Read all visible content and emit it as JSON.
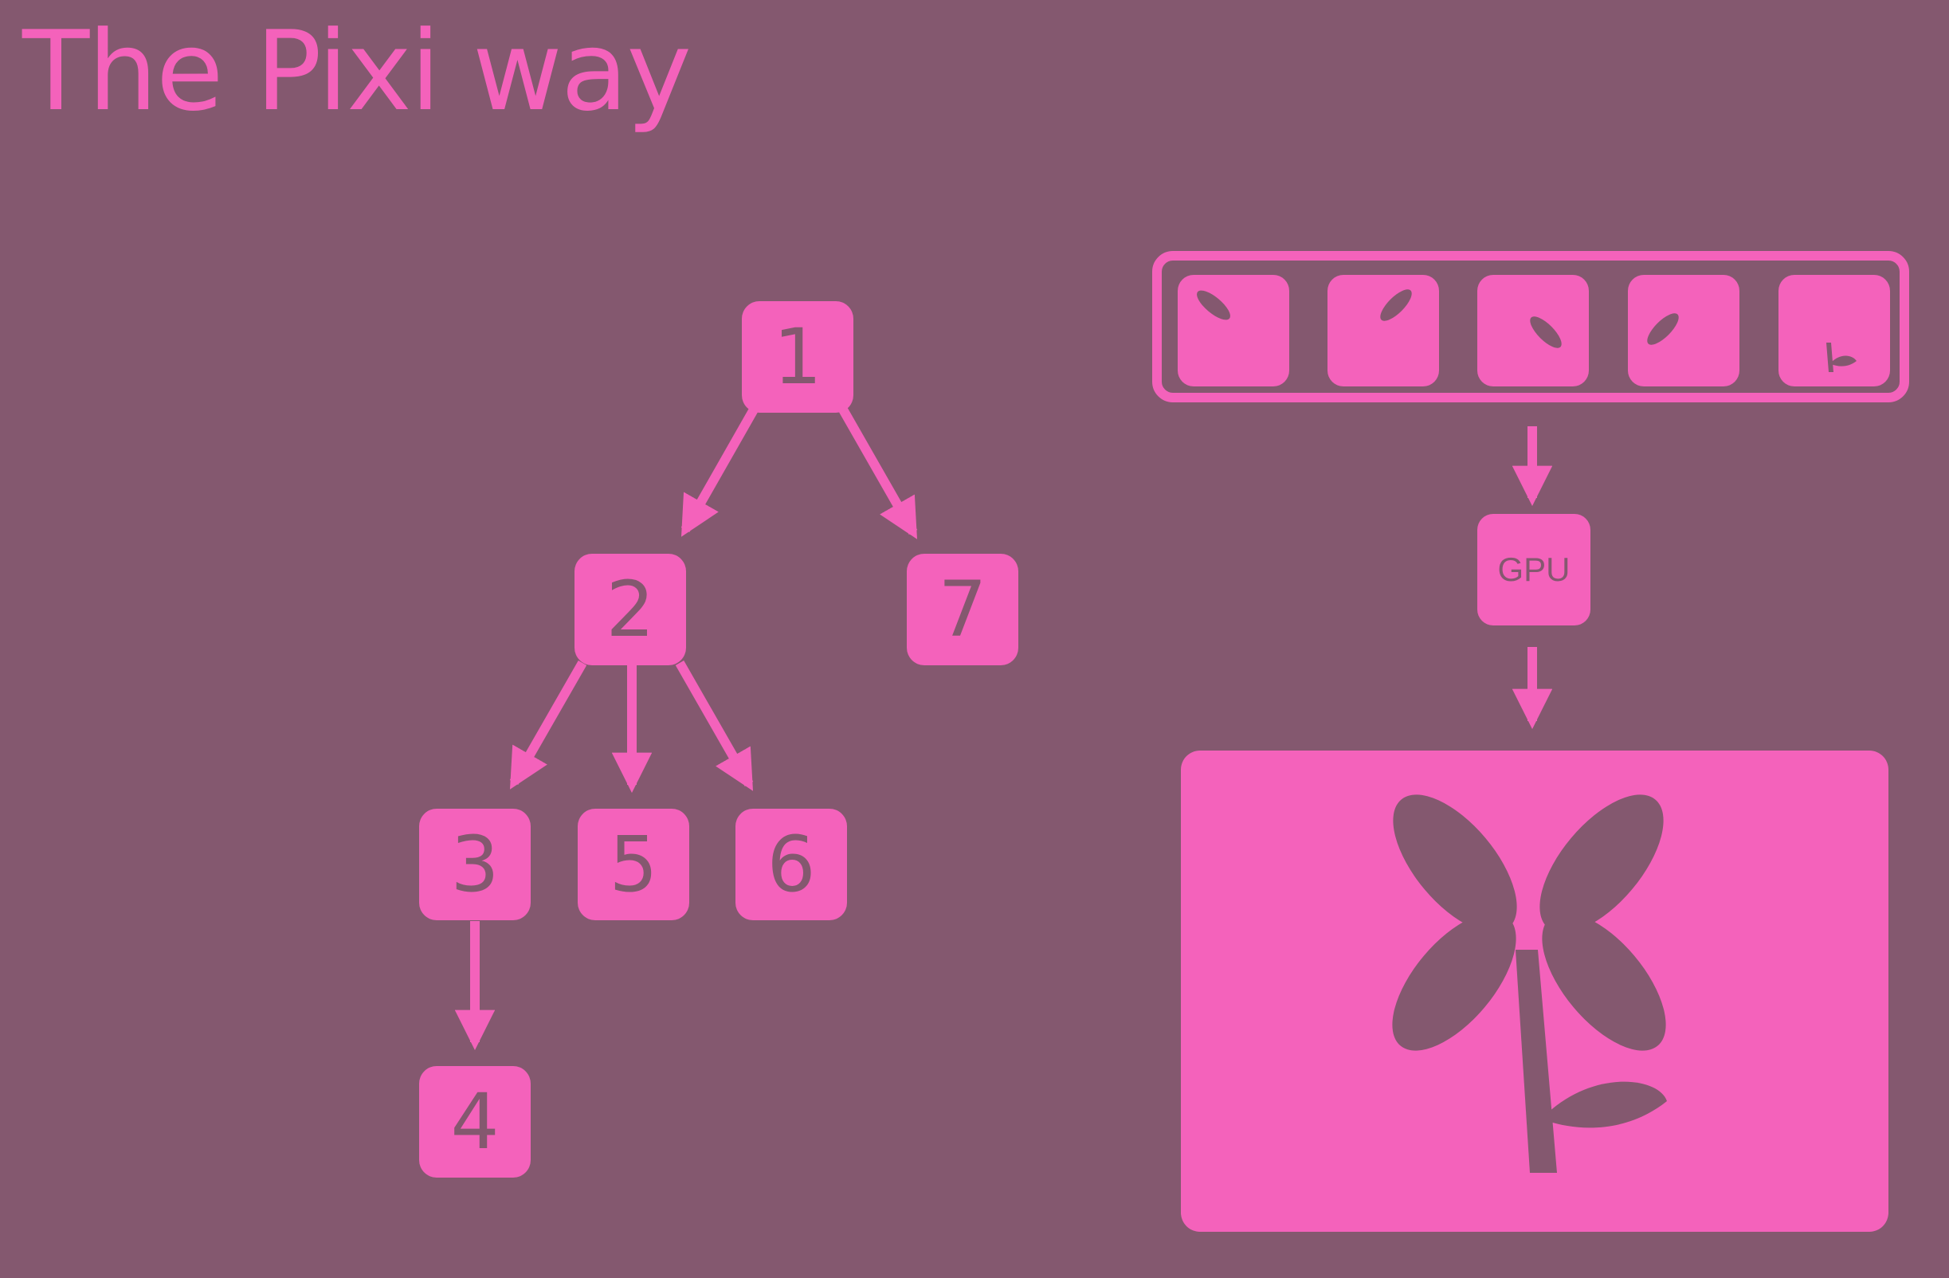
{
  "title": "The Pixi way",
  "tree": {
    "nodes": [
      {
        "id": "1",
        "label": "1"
      },
      {
        "id": "2",
        "label": "2"
      },
      {
        "id": "3",
        "label": "3"
      },
      {
        "id": "4",
        "label": "4"
      },
      {
        "id": "5",
        "label": "5"
      },
      {
        "id": "6",
        "label": "6"
      },
      {
        "id": "7",
        "label": "7"
      }
    ],
    "edges": [
      [
        "1",
        "2"
      ],
      [
        "1",
        "7"
      ],
      [
        "2",
        "3"
      ],
      [
        "2",
        "5"
      ],
      [
        "2",
        "6"
      ],
      [
        "3",
        "4"
      ]
    ]
  },
  "pipeline": {
    "sprite_tiles": [
      "petal-tile",
      "petal-tile",
      "petal-tile",
      "petal-tile",
      "stem-leaf-tile"
    ],
    "gpu_label": "GPU",
    "output": "flower-image"
  },
  "colors": {
    "background": "#84586F",
    "accent": "#F462BB"
  }
}
